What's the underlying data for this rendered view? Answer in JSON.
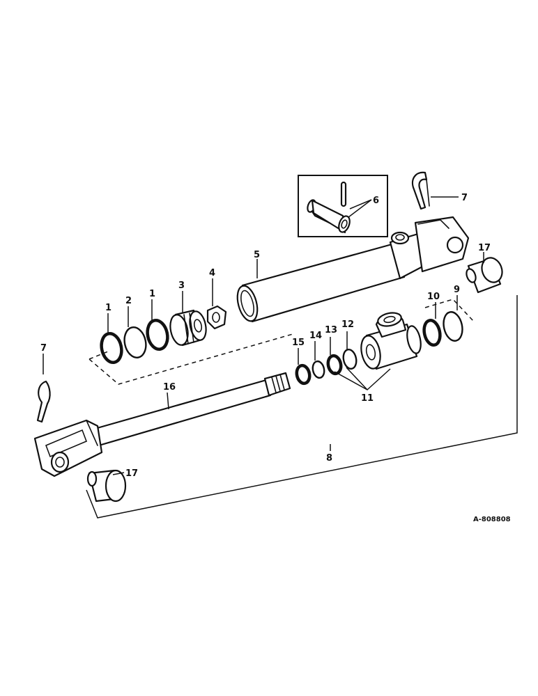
{
  "callouts": {
    "c1a": "1",
    "c2": "2",
    "c1b": "1",
    "c3": "3",
    "c4": "4",
    "c5": "5",
    "c6": "6",
    "c7a": "7",
    "c7b": "7",
    "c8": "8",
    "c9": "9",
    "c10": "10",
    "c11": "11",
    "c12": "12",
    "c13": "13",
    "c14": "14",
    "c15": "15",
    "c16": "16",
    "c17a": "17",
    "c17b": "17"
  },
  "reference": "A-808808"
}
